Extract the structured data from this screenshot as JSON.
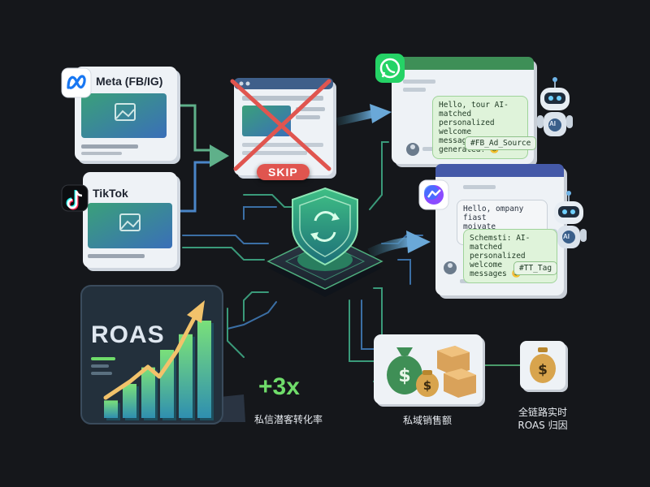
{
  "sources": {
    "meta": {
      "title": "Meta (FB/IG)",
      "icon": "meta-logo-icon"
    },
    "tiktok": {
      "title": "TikTok",
      "icon": "tiktok-logo-icon"
    }
  },
  "skip_label": "SKIP",
  "whatsapp": {
    "icon": "whatsapp-logo-icon",
    "message_lines": [
      "Hello, tour AI-matched",
      "personalized welcome",
      "messages generated! 😊"
    ],
    "tag": "#FB_Ad_Source",
    "bot_badge": "AI"
  },
  "messenger": {
    "icon": "messenger-logo-icon",
    "message1_lines": [
      "Hello, ompany fiast",
      "moivate messages?"
    ],
    "message2_lines": [
      "Schemsti: AI-matched",
      "personalized welcome",
      "messages 😊"
    ],
    "tag": "#TT_Tag",
    "bot_badge": "AI"
  },
  "roas_panel": {
    "title": "ROAS",
    "bar_levels": [
      0.18,
      0.35,
      0.52,
      0.7,
      0.86,
      1.0
    ]
  },
  "metrics": {
    "multiplier": "+3x",
    "multiplier_caption": "私信潜客转化率",
    "sales_caption": "私域销售额",
    "attribution_caption_lines": [
      "全链路实时",
      "ROAS 归因"
    ]
  },
  "colors": {
    "background": "#15171b",
    "accent_green": "#6fdc6a",
    "accent_blue": "#4a7fd6",
    "skip_red": "#e0554f"
  }
}
